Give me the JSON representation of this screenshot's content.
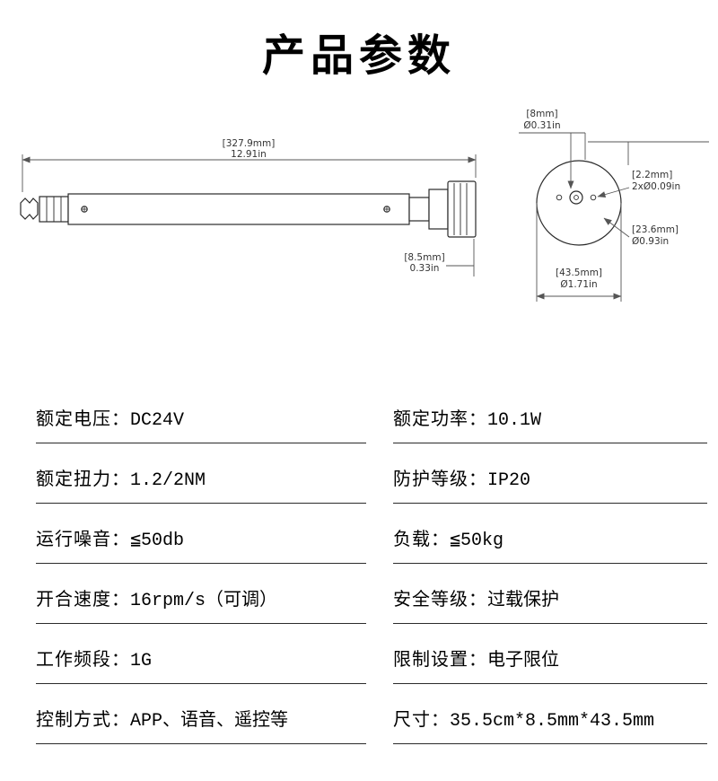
{
  "page": {
    "title": "产品参数",
    "colors": {
      "background": "#ffffff",
      "outline": "#2a2a2a",
      "dimension_lines": "#555555",
      "text": "#000000"
    }
  },
  "drawing": {
    "side_view": {
      "overall_length": {
        "mm": "[327.9mm]",
        "inch": "12.91in"
      },
      "offset": {
        "mm": "[8.5mm]",
        "inch": "0.33in"
      }
    },
    "end_view": {
      "shaft": {
        "mm": "[8mm]",
        "inch": "Ø0.31in"
      },
      "holes": {
        "mm": "[2.2mm]",
        "inch": "2xØ0.09in"
      },
      "inner_diameter": {
        "mm": "[23.6mm]",
        "inch": "Ø0.93in"
      },
      "outer_diameter": {
        "mm": "[43.5mm]",
        "inch": "Ø1.71in"
      }
    }
  },
  "specs": {
    "left": [
      {
        "label": "额定电压：",
        "value": "DC24V"
      },
      {
        "label": "额定扭力：",
        "value": "1.2/2NM"
      },
      {
        "label": "运行噪音：",
        "value": "≦50db"
      },
      {
        "label": "开合速度：",
        "value": "16rpm/s（可调）"
      },
      {
        "label": "工作频段：",
        "value": "1G"
      },
      {
        "label": "控制方式：",
        "value": "APP、语音、遥控等"
      }
    ],
    "right": [
      {
        "label": "额定功率：",
        "value": "10.1W"
      },
      {
        "label": "防护等级：",
        "value": "IP20"
      },
      {
        "label": "负载：",
        "value": "≦50kg"
      },
      {
        "label": "安全等级：",
        "value": "过载保护"
      },
      {
        "label": "限制设置：",
        "value": "电子限位"
      },
      {
        "label": "尺寸：",
        "value": "35.5cm*8.5mm*43.5mm"
      }
    ]
  }
}
